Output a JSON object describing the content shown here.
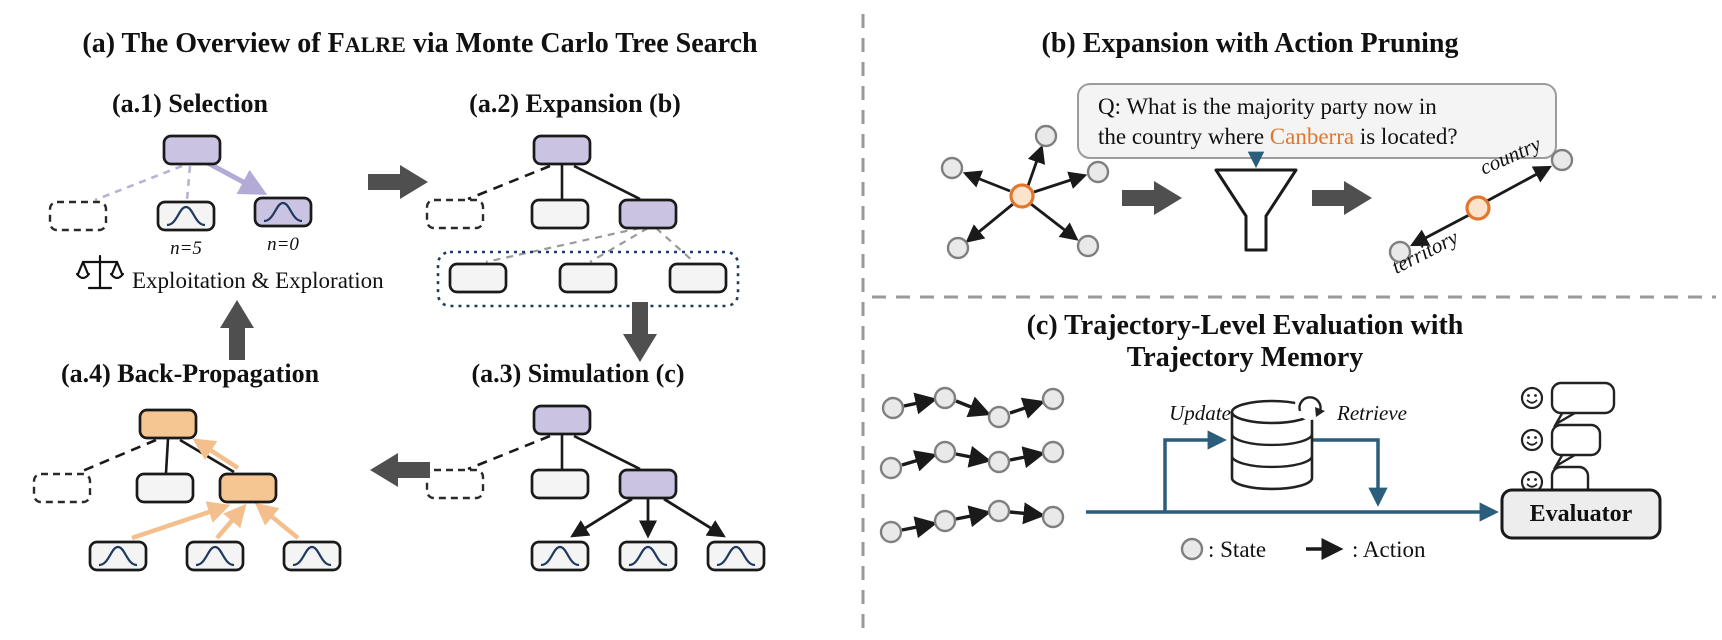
{
  "panel_a": {
    "title": {
      "pre": "(a) The Overview of F",
      "smallcaps": "ALRE",
      "post": " via Monte Carlo Tree Search"
    },
    "a1": {
      "title": "(a.1) Selection",
      "n5": "n=5",
      "n0": "n=0",
      "caption": "Exploitation & Exploration"
    },
    "a2": {
      "title": "(a.2) Expansion (b)"
    },
    "a3": {
      "title": "(a.3) Simulation (c)"
    },
    "a4": {
      "title": "(a.4) Back-Propagation"
    }
  },
  "panel_b": {
    "title": "(b) Expansion with Action Pruning",
    "question_line1": "Q: What is the majority party now in",
    "question_line2_pre": "the country where ",
    "question_entity": "Canberra",
    "question_line2_post": " is located?",
    "label_country": "country",
    "label_territory": "territory"
  },
  "panel_c": {
    "title_line1": "(c) Trajectory-Level Evaluation with",
    "title_line2": "Trajectory Memory",
    "label_update": "Update",
    "label_retrieve": "Retrieve",
    "evaluator": "Evaluator",
    "legend_state": ": State",
    "legend_action": ": Action"
  },
  "colors": {
    "purple_node": "#cac3e1",
    "orange_node": "#f5c592",
    "orange_accent": "#e2762d",
    "light_node": "#f4f4f4",
    "lavender_edge": "#b3abd6",
    "orange_arrow": "#f4be8d",
    "blue_line": "#2b5d7d",
    "block_arrow_gray": "#4f4f4f"
  }
}
